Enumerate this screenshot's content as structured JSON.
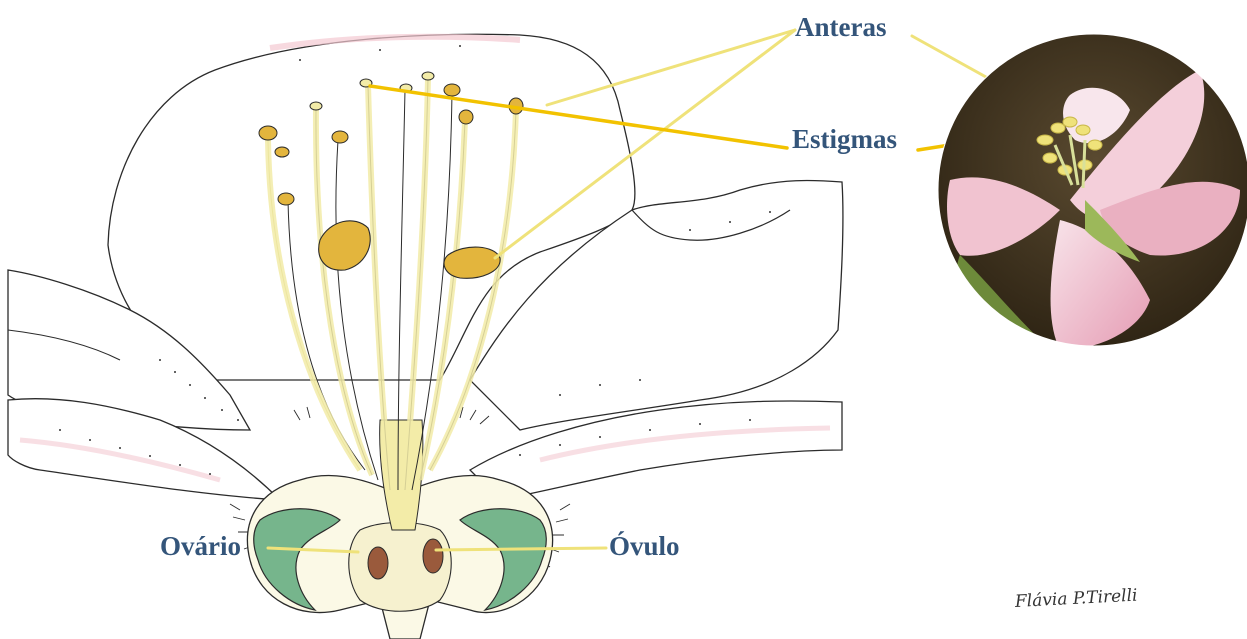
{
  "labels": {
    "anteras": "Anteras",
    "estigmas": "Estigmas",
    "ovario": "Ovário",
    "ovulo": "Óvulo"
  },
  "signature": "Flávia P.Tirelli",
  "colors": {
    "label_text": "#34557a",
    "anther_leader": "#efe27a",
    "stigma_leader": "#f2c200",
    "ovary_leader": "#efe27a",
    "petal_outline": "#2b2b2b",
    "petal_pink_tint": "#f3c9d2",
    "filament_yellow": "#f3eca8",
    "anther_ochre": "#e3b53d",
    "sepal_green": "#76b58c",
    "ovule_brown": "#9a5a3c",
    "photo_background": "#4a3a24",
    "photo_petal_pink": "#ecb7c6"
  }
}
